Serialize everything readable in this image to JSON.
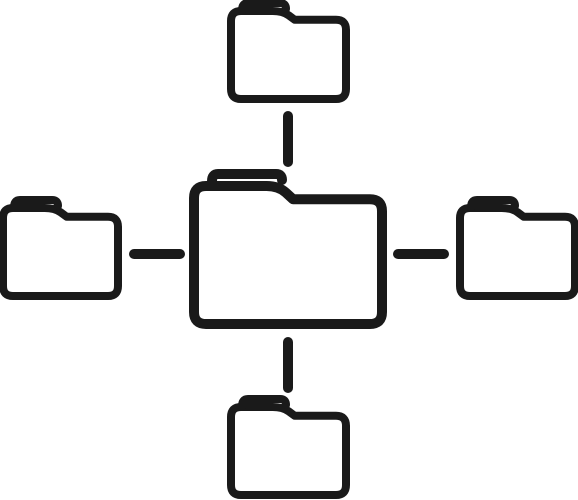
{
  "icon": {
    "name": "folder-network-icon",
    "stroke_color": "#1a1a1a",
    "background_color": "#ffffff",
    "folders": [
      "center",
      "top",
      "left",
      "right",
      "bottom"
    ],
    "connectors": [
      "top",
      "left",
      "right",
      "bottom"
    ]
  }
}
